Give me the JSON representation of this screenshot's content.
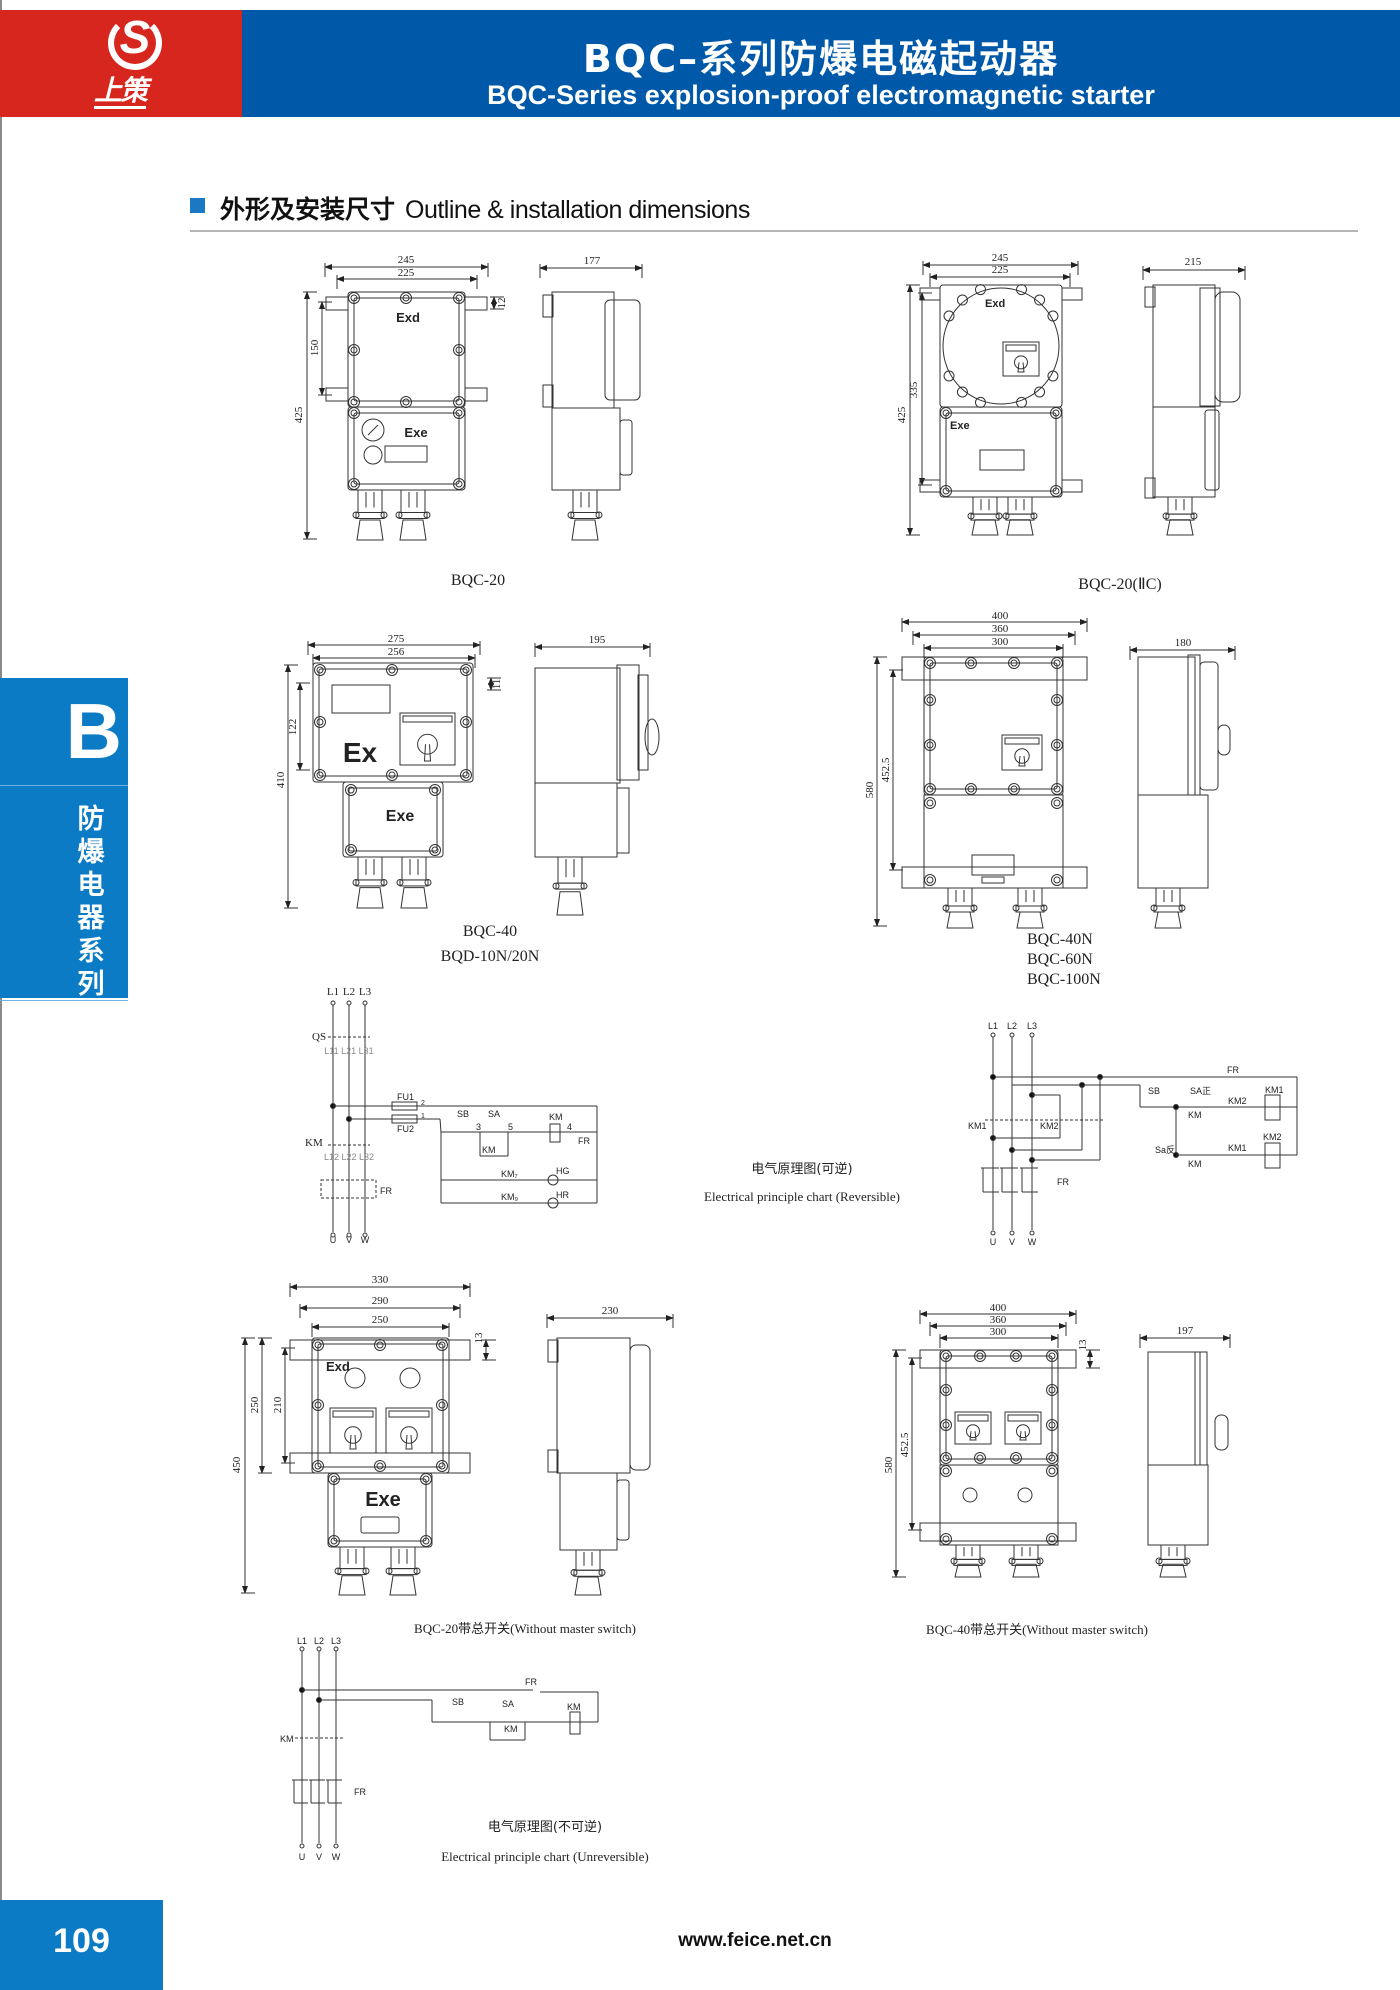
{
  "header": {
    "logo_text": "上策",
    "logo_letter": "S",
    "title_cn": "BQC–系列防爆电磁起动器",
    "title_en": "BQC-Series explosion-proof electromagnetic starter"
  },
  "section": {
    "title_cn": "外形及安装尺寸",
    "title_en": "Outline & installation dimensions"
  },
  "side_tab": {
    "letter": "B",
    "label": "防爆电器系列"
  },
  "drawings": {
    "bqc20": {
      "caption": "BQC-20",
      "dims": {
        "w_outer": "245",
        "w_mount": "225",
        "hole": "12",
        "h_mount": "150",
        "h_total": "425",
        "depth": "177"
      },
      "labels": {
        "upper": "Exd",
        "lower": "Exe"
      }
    },
    "bqc20iic": {
      "caption": "BQC-20(ⅡC)",
      "dims": {
        "w_outer": "245",
        "w_mount": "225",
        "h_total": "425",
        "h_mount": "335",
        "depth": "215"
      },
      "labels": {
        "upper": "Exd",
        "lower": "Exe"
      }
    },
    "bqc40": {
      "captions": [
        "BQC-40",
        "BQD-10N/20N"
      ],
      "dims": {
        "w_outer": "275",
        "w_mount": "256",
        "hole": "11",
        "h_mount": "122",
        "h_total": "410",
        "depth": "195"
      },
      "labels": {
        "upper": "Ex",
        "lower": "Exe"
      }
    },
    "bqc40n": {
      "captions": [
        "BQC-40N",
        "BQC-60N",
        "BQC-100N"
      ],
      "dims": {
        "w_outer": "400",
        "w_mount": "360",
        "w_body": "300",
        "h_total": "580",
        "h_mount": "452.5",
        "depth": "180"
      }
    },
    "bqc20_switch": {
      "caption": "BQC-20带总开关(Without master switch)",
      "dims": {
        "w_outer": "330",
        "w_mount": "290",
        "w_body": "250",
        "hole": "13",
        "h_total": "450",
        "h_upper": "250",
        "h_mount": "210",
        "depth": "230"
      },
      "labels": {
        "upper": "Exd",
        "lower": "Exe"
      }
    },
    "bqc40_switch": {
      "caption": "BQC-40带总开关(Without master switch)",
      "dims": {
        "w_outer": "400",
        "w_mount": "360",
        "w_body": "300",
        "hole": "13",
        "h_total": "580",
        "h_mount": "452.5",
        "depth": "197"
      }
    }
  },
  "circuits": {
    "basic": {
      "phases": [
        "L1",
        "L2",
        "L3"
      ],
      "outputs": [
        "U",
        "V",
        "W"
      ],
      "qs": "QS",
      "qs_terms": "L11 L21 L31",
      "km": "KM",
      "km_terms": "L12 L22 L32",
      "fr": "FR",
      "fu1": "FU1",
      "fu2": "FU2",
      "n2": "2",
      "n1": "1",
      "sb": "SB",
      "sa": "SA",
      "n3": "3",
      "n5": "5",
      "n4": "4",
      "km_coil": "KM",
      "fr2": "FR",
      "km_aux": "KM",
      "km7": "KM₇",
      "hg": "HG",
      "km9": "KM₉",
      "hr": "HR"
    },
    "reversible": {
      "title_cn": "电气原理图(可逆)",
      "title_en": "Electrical principle chart (Reversible)",
      "phases": [
        "L1",
        "L2",
        "L3"
      ],
      "outputs": [
        "U",
        "V",
        "W"
      ],
      "km1": "KM1",
      "km2": "KM2",
      "fr": "FR",
      "fr_top": "FR",
      "sb": "SB",
      "sa_fwd": "SA正",
      "sa_rev": "Sa反",
      "km_a": "KM",
      "km_b": "KM",
      "km2_contact": "KM2",
      "km1_contact": "KM1",
      "coil1": "KM1",
      "coil2": "KM2"
    },
    "unreversible": {
      "title_cn": "电气原理图(不可逆)",
      "title_en": "Electrical principle chart (Unreversible)",
      "phases": [
        "L1",
        "L2",
        "L3"
      ],
      "outputs": [
        "U",
        "V",
        "W"
      ],
      "km": "KM",
      "fr": "FR",
      "fr_top": "FR",
      "sb": "SB",
      "sa": "SA",
      "km_aux": "KM",
      "km_coil": "KM"
    }
  },
  "footer": {
    "page": "109",
    "url": "www.feice.net.cn"
  },
  "colors": {
    "header_blue": "#0059a8",
    "logo_red": "#d7261e",
    "tab_blue": "#0c7bc5"
  }
}
